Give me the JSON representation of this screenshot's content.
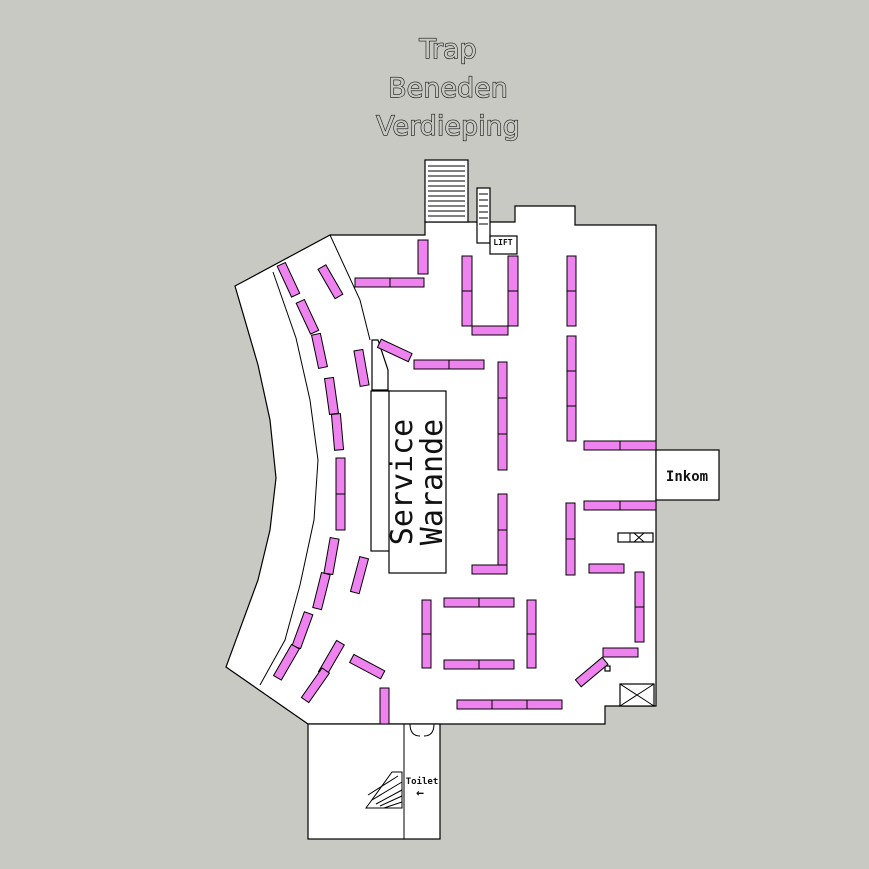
{
  "map": {
    "title_lines": [
      "Trap",
      "Beneden",
      "Verdieping"
    ],
    "service_lines": [
      "Service",
      "Warande"
    ],
    "entrance_label": "Inkom",
    "lift_label": "LIFT",
    "toilet_label": "Toilet",
    "toilet_arrow": "←",
    "colors": {
      "background": "#c9c9c4",
      "floor": "#ffffff",
      "shelf": "#ee82ee",
      "walls": "#000000"
    }
  }
}
